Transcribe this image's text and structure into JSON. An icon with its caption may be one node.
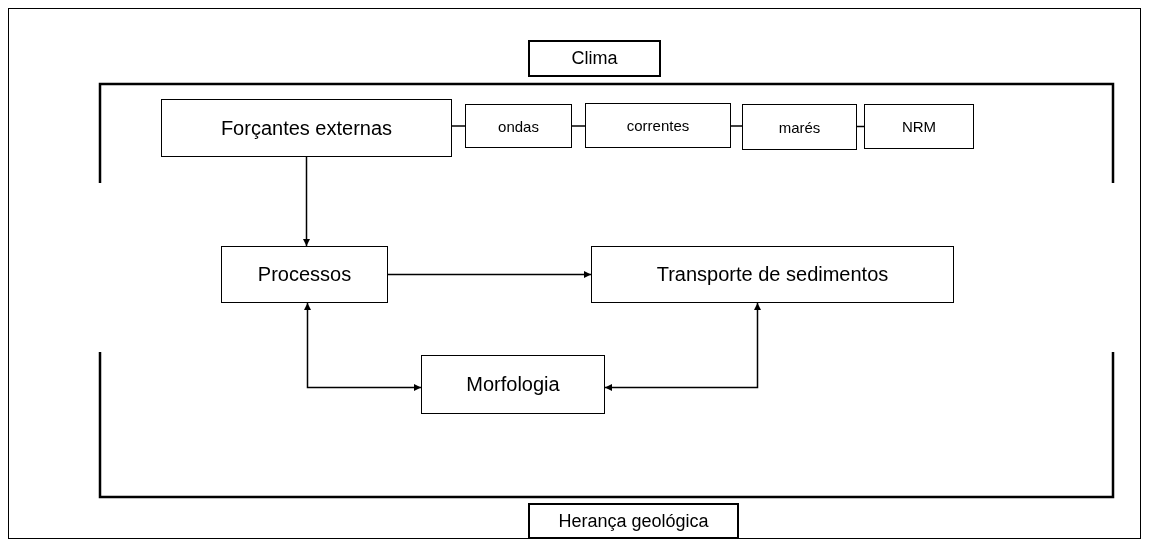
{
  "diagram": {
    "nodes": [
      {
        "text": [
          "Clima"
        ]
      },
      {
        "text": [
          "Forçantes externas"
        ]
      },
      {
        "text": [
          "ondas"
        ]
      },
      {
        "text": [
          "correntes"
        ]
      },
      {
        "text": [
          "marés"
        ]
      },
      {
        "text": [
          "NRM"
        ]
      },
      {
        "text": [
          "Processos"
        ]
      },
      {
        "text": [
          "Transporte de sedimentos"
        ]
      },
      {
        "text": [
          "Morfologia"
        ]
      },
      {
        "text": [
          "Herança geológica"
        ]
      }
    ],
    "edges": [
      {
        "from": 1,
        "to": 2,
        "arrow": "none"
      },
      {
        "from": 2,
        "to": 3,
        "arrow": "none"
      },
      {
        "from": 3,
        "to": 4,
        "arrow": "none"
      },
      {
        "from": 4,
        "to": 5,
        "arrow": "none"
      },
      {
        "from": 1,
        "to": 6,
        "arrow": "to"
      },
      {
        "from": 6,
        "to": 7,
        "arrow": "to"
      },
      {
        "from": 6,
        "to": 8,
        "arrow": "both"
      },
      {
        "from": 8,
        "to": 7,
        "arrow": "both"
      }
    ]
  }
}
